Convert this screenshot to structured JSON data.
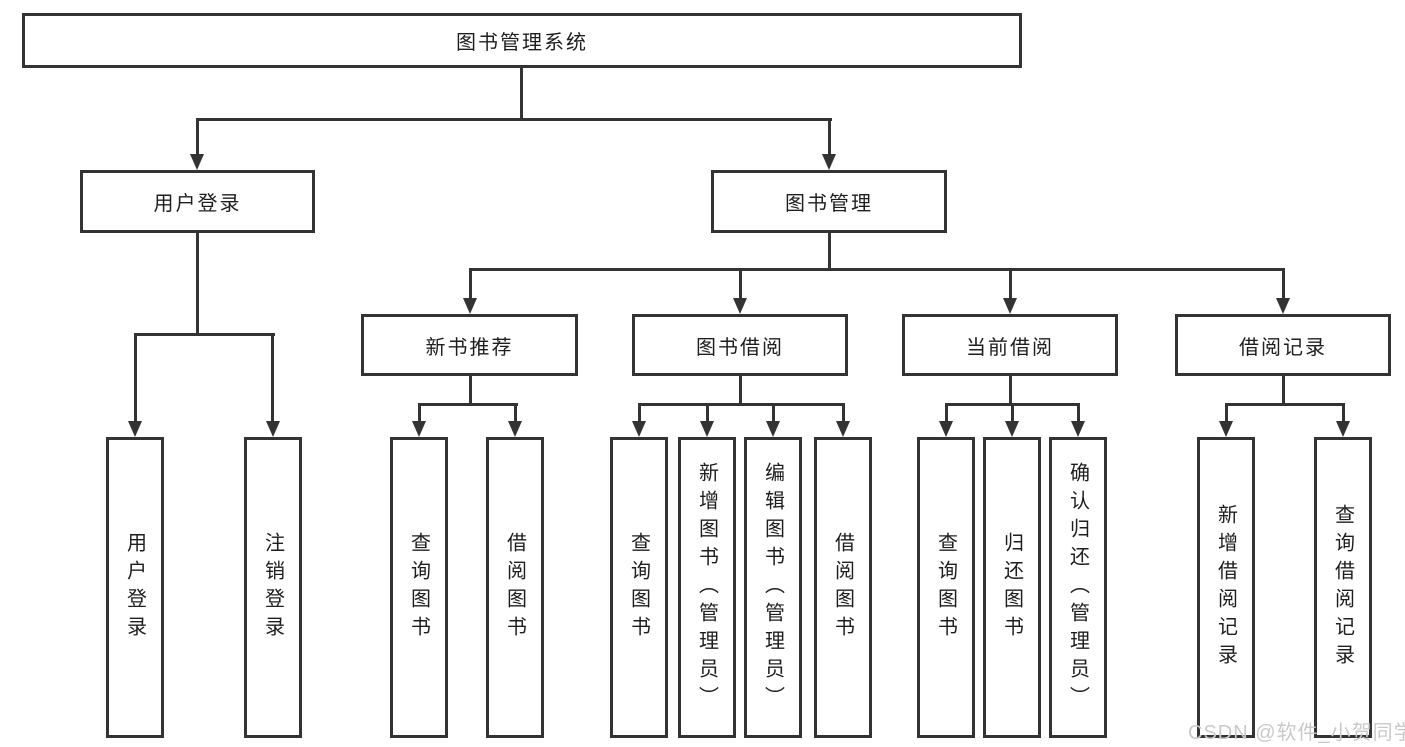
{
  "nodes": {
    "root": {
      "label": "图书管理系统"
    },
    "level2": [
      {
        "id": "user-login",
        "label": "用户登录"
      },
      {
        "id": "book-management",
        "label": "图书管理"
      }
    ],
    "level3": [
      {
        "id": "new-book-recommendation",
        "label": "新书推荐"
      },
      {
        "id": "book-borrowing",
        "label": "图书借阅"
      },
      {
        "id": "current-borrowing",
        "label": "当前借阅"
      },
      {
        "id": "borrowing-records",
        "label": "借阅记录"
      }
    ],
    "leaves": {
      "user_login": [
        {
          "label": "用户登录"
        },
        {
          "label": "注销登录"
        }
      ],
      "new_book_recommendation": [
        {
          "label": "查询图书"
        },
        {
          "label": "借阅图书"
        }
      ],
      "book_borrowing": [
        {
          "label": "查询图书"
        },
        {
          "label": "新增图书（管理员）"
        },
        {
          "label": "编辑图书（管理员）"
        },
        {
          "label": "借阅图书"
        }
      ],
      "current_borrowing": [
        {
          "label": "查询图书"
        },
        {
          "label": "归还图书"
        },
        {
          "label": "确认归还（管理员）"
        }
      ],
      "borrowing_records": [
        {
          "label": "新增借阅记录"
        },
        {
          "label": "查询借阅记录"
        }
      ]
    }
  },
  "watermark": {
    "text": "CSDN @软件_小贺同学",
    "color": "#c9c9c9"
  },
  "colors": {
    "line": "#333333",
    "box_border": "#333333",
    "text": "#1e1e1e",
    "background": "#ffffff"
  }
}
